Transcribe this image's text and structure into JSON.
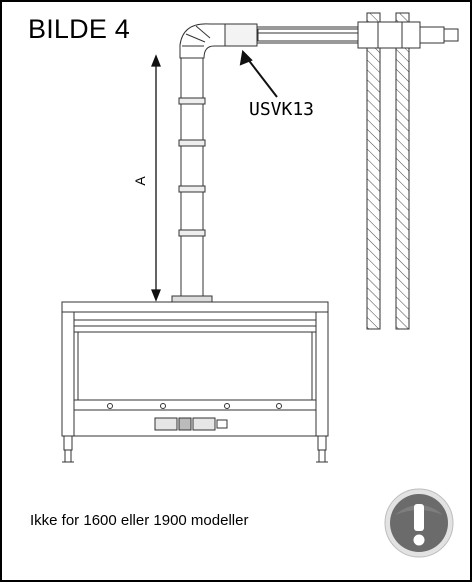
{
  "title": "BILDE 4",
  "pipe_code": "USVK13",
  "dimension_label": "A",
  "note": "Ikke for 1600 eller 1900 modeller",
  "icon": "warning-exclamation-icon",
  "colors": {
    "line": "#222222",
    "warning_bg": "#6b6b6b",
    "warning_ring": "#dcdcdc"
  }
}
